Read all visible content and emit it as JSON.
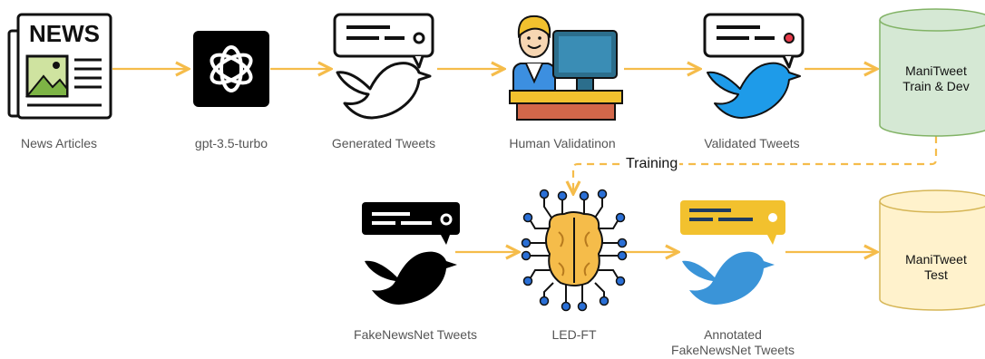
{
  "nodes": {
    "news_articles": "News Articles",
    "gpt": "gpt-3.5-turbo",
    "generated_tweets": "Generated Tweets",
    "human_validation": "Human Validatinon",
    "validated_tweets": "Validated Tweets",
    "manitweet_train_l1": "ManiTweet",
    "manitweet_train_l2": "Train & Dev",
    "fakenewsnet_tweets": "FakeNewsNet Tweets",
    "led_ft": "LED-FT",
    "annotated_l1": "Annotated",
    "annotated_l2": "FakeNewsNet Tweets",
    "manitweet_test_l1": "ManiTweet",
    "manitweet_test_l2": "Test"
  },
  "edge_labels": {
    "training": "Training"
  },
  "icons": {
    "news": "newspaper-icon",
    "gpt": "openai-logo-icon",
    "generated": "tweet-bird-outline-icon",
    "human": "human-at-computer-icon",
    "validated": "tweet-bird-blue-icon",
    "fakenewsnet": "tweet-bird-black-icon",
    "led": "brain-circuit-icon",
    "annotated": "tweet-bird-annotated-icon",
    "train_db": "database-cylinder-icon",
    "test_db": "database-cylinder-icon"
  },
  "colors": {
    "arrow": "#F5BC4A",
    "train_cylinder": "#D5E8D4",
    "train_cylinder_border": "#82B366",
    "test_cylinder": "#FFF2CC",
    "test_cylinder_border": "#D6B656",
    "bird_blue": "#1E9BE9",
    "bird_annotated": "#3A94D8",
    "bubble_yellow": "#F2C12E"
  }
}
